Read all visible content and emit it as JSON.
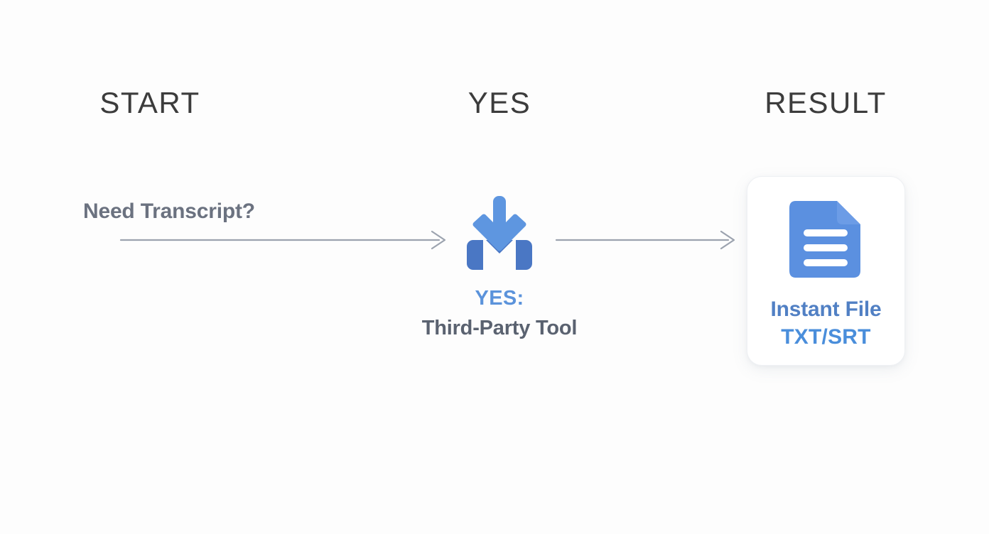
{
  "canvas": {
    "background_color": "#fdfdfd",
    "title": "Need Transcript? decision flow"
  },
  "palette": {
    "heading_gray": "#3c3c3c",
    "body_gray": "#6b7280",
    "caption_gray": "#5a6270",
    "connector_gray": "#9ca3af",
    "accent_blue": "#5b93db",
    "icon_blue_light": "#5e96e0",
    "icon_blue_dark": "#4a77c4",
    "file_blue": "#5b90e0",
    "result_blue_primary": "#5180c4",
    "result_blue_secondary": "#4a8edb",
    "card_background": "#ffffff"
  },
  "stages": [
    {
      "id": "start",
      "heading": "START"
    },
    {
      "id": "yes",
      "heading": "YES"
    },
    {
      "id": "result",
      "heading": "RESULT"
    }
  ],
  "start_node": {
    "label": "Need Transcript?"
  },
  "connectors": [
    {
      "id": "start-to-tool",
      "icon": "arrow-right-icon"
    },
    {
      "id": "tool-to-result",
      "icon": "arrow-right-icon"
    }
  ],
  "tool_node": {
    "icon": "download-icon",
    "label_primary": "YES:",
    "label_secondary": "Third-Party Tool"
  },
  "result_node": {
    "icon": "document-file-icon",
    "label_primary": "Instant File",
    "label_secondary": "TXT/SRT"
  }
}
